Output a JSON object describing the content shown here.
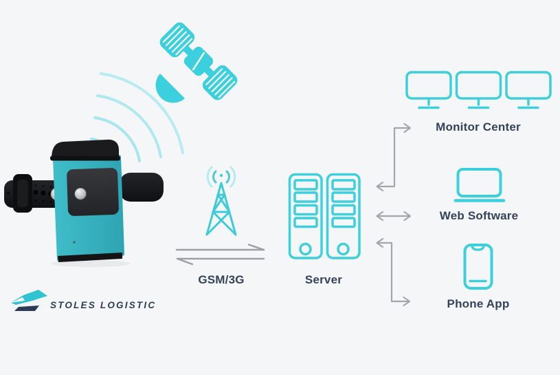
{
  "brand": {
    "logo_text": "STOLES LOGISTIC",
    "logo_icon": "speed-arrow-logo-icon"
  },
  "diagram": {
    "labels": {
      "gsm": "GSM/3G",
      "server": "Server",
      "monitor_center": "Monitor Center",
      "web_software": "Web Software",
      "phone_app": "Phone App"
    },
    "icons": [
      "gps-tracker-device",
      "satellite-icon",
      "radio-waves-icon",
      "cell-tower-icon",
      "server-rack-icon",
      "desktop-monitor-icon",
      "laptop-icon",
      "smartphone-icon",
      "bidirectional-arrow-icon"
    ],
    "connections": [
      {
        "from": "gps-tracker",
        "to": "satellite",
        "style": "radio-waves"
      },
      {
        "from": "gps-tracker",
        "to": "gsm-tower",
        "style": "two-half-arrows",
        "bidirectional": true
      },
      {
        "from": "server",
        "to": "monitor-center",
        "style": "elbow-arrow",
        "bidirectional": true
      },
      {
        "from": "server",
        "to": "web-software",
        "style": "straight-arrow",
        "bidirectional": true
      },
      {
        "from": "server",
        "to": "phone-app",
        "style": "elbow-arrow",
        "bidirectional": true
      }
    ],
    "colors": {
      "background": "#f4f6f7",
      "icon_teal": "#3ccfdd",
      "wave_light_teal": "#aee8f0",
      "arrow_gray": "#a3a7ab",
      "label_text": "#35425c",
      "brand_navy": "#2d3c52",
      "device_teal": "#35b2c0"
    }
  }
}
